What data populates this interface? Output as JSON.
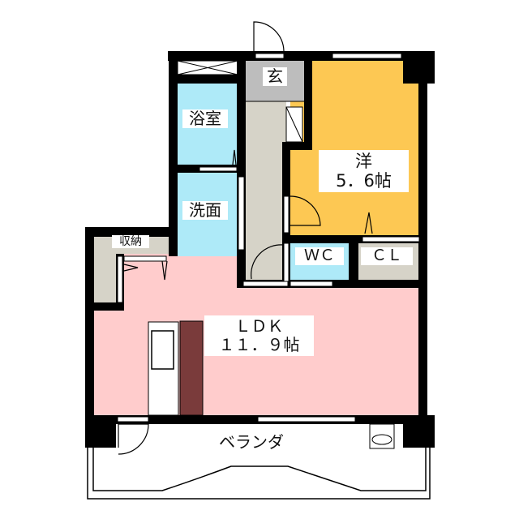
{
  "floorplan": {
    "rooms": {
      "entrance": "玄",
      "bathroom": "浴室",
      "washroom": "洗面",
      "storage": "収納",
      "western_room": {
        "name": "洋",
        "size": "5．6帖"
      },
      "wc": "ＷＣ",
      "closet": "ＣＬ",
      "ldk": {
        "name": "ＬＤＫ",
        "size": "１１．９帖"
      },
      "veranda": "ベランダ"
    },
    "colors": {
      "wall": "#000000",
      "western_room": "#fdc853",
      "wet_area": "#aeeaf8",
      "ldk": "#ffcccc",
      "corridor": "#d6d3c8",
      "entrance": "#bdbdbd",
      "kitchen_counter": "#7a3b3b"
    }
  }
}
